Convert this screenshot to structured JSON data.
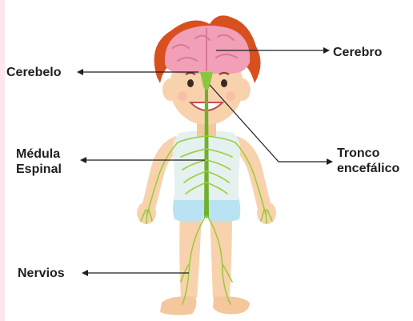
{
  "labels": {
    "cerebro": "Cerebro",
    "cerebelo": "Cerebelo",
    "medula_line1": "Médula",
    "medula_line2": "Espinal",
    "tronco_line1": "Tronco",
    "tronco_line2": "encefálico",
    "nervios": "Nervios"
  },
  "colors": {
    "hair": "#d9501f",
    "brain": "#f2a0b8",
    "skin": "#f8d2ad",
    "shirt": "#e4f1ee",
    "shorts": "#b9e3f3",
    "nerves": "#9ccc3b",
    "spinal_cord": "#6fb12d",
    "pointer": "#1f1f1f",
    "edge": "#fde7ec"
  }
}
